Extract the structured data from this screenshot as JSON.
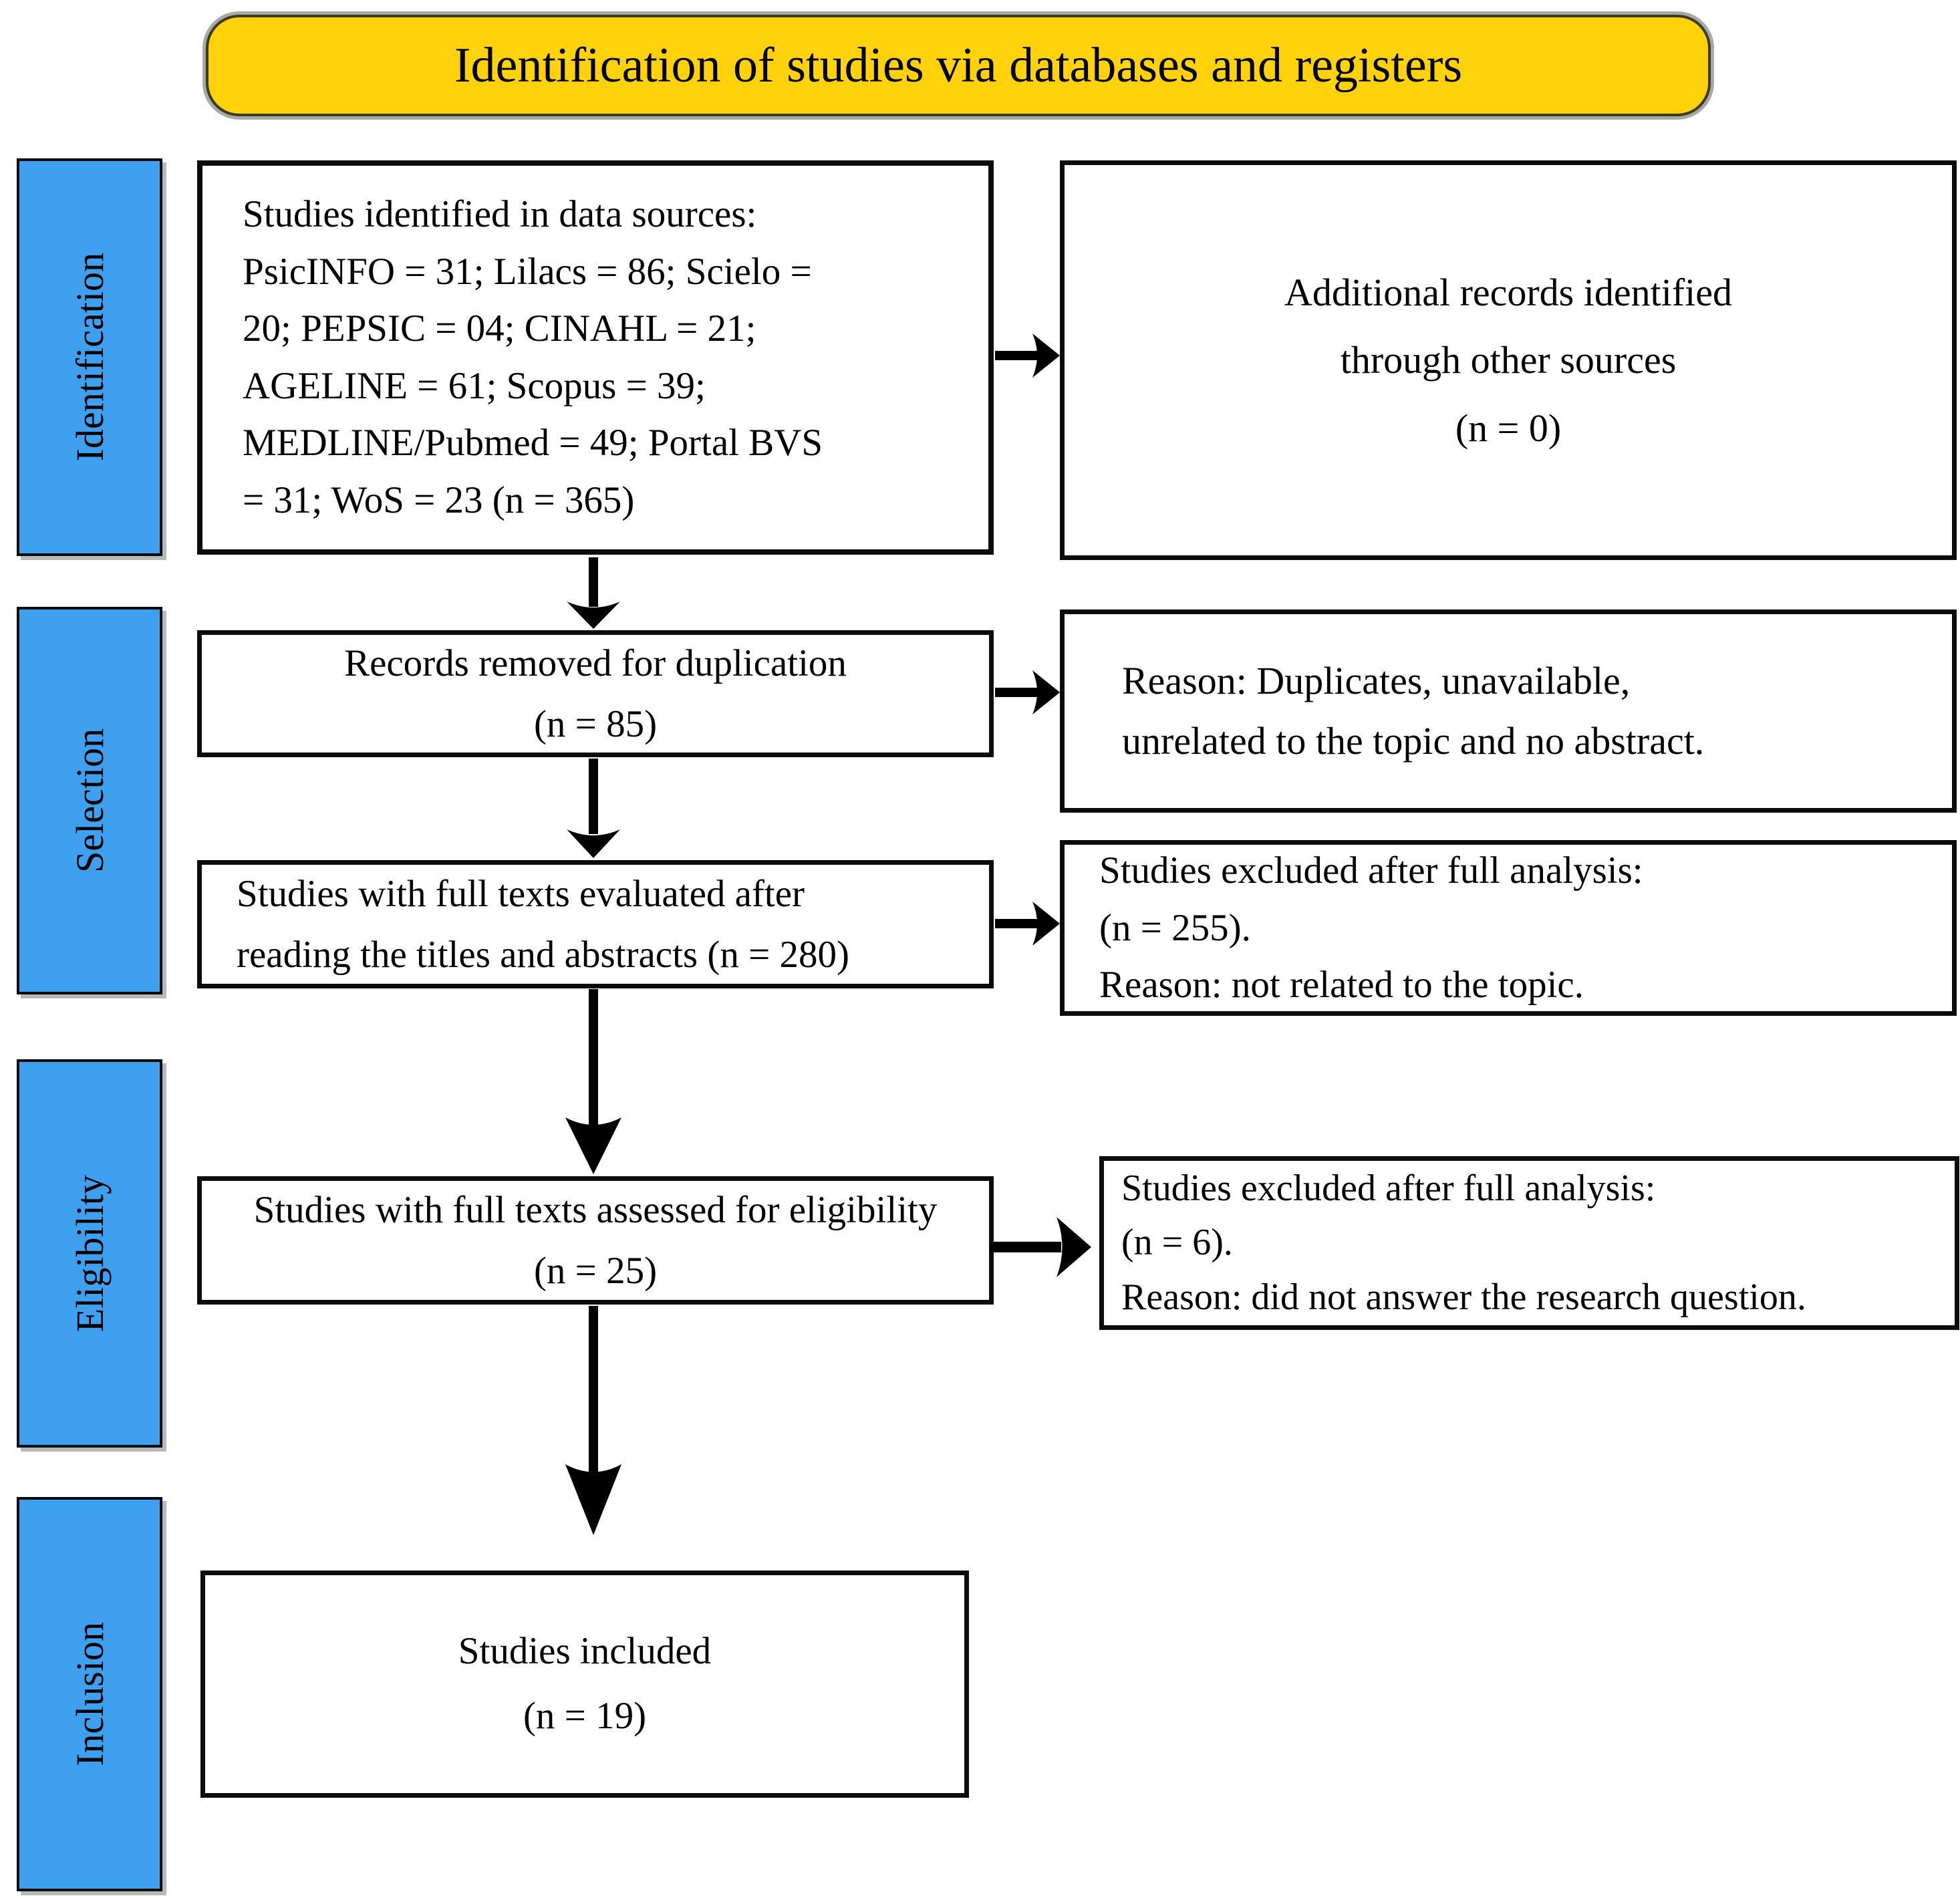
{
  "header": {
    "title": "Identification of studies via databases and registers"
  },
  "sidebar": {
    "stages": [
      {
        "label": "Identification"
      },
      {
        "label": "Selection"
      },
      {
        "label": "Eligibility"
      },
      {
        "label": "Inclusion"
      }
    ]
  },
  "boxes": {
    "identified": {
      "lines": [
        "Studies identified in data sources:",
        "PsicINFO = 31; Lilacs = 86; Scielo =",
        "20; PEPSIC = 04; CINAHL = 21;",
        "AGELINE = 61; Scopus = 39;",
        "MEDLINE/Pubmed = 49; Portal BVS",
        "= 31; WoS = 23 (n = 365)"
      ]
    },
    "additional_records": {
      "lines": [
        "Additional records identified",
        "through other sources",
        "(n = 0)"
      ]
    },
    "records_removed": {
      "lines": [
        "Records removed for duplication",
        "(n = 85)"
      ]
    },
    "removal_reason": {
      "lines": [
        "Reason: Duplicates, unavailable,",
        "unrelated to the topic and no abstract."
      ]
    },
    "fulltext_evaluated": {
      "lines": [
        "Studies with full texts evaluated after",
        "reading the titles and abstracts (n = 280)"
      ]
    },
    "excluded_full_analysis_255": {
      "lines": [
        "Studies excluded after full analysis:",
        "(n = 255).",
        "Reason: not related to the topic."
      ]
    },
    "assessed_eligibility": {
      "lines": [
        "Studies with full texts assessed for eligibility",
        "(n = 25)"
      ]
    },
    "excluded_full_analysis_6": {
      "lines": [
        "Studies excluded after full analysis:",
        "(n = 6).",
        "Reason: did not answer the research question."
      ]
    },
    "studies_included": {
      "lines": [
        "Studies included",
        "(n = 19)"
      ]
    }
  },
  "colors": {
    "header_fill": "#FFD20B",
    "stage_fill": "#3FA0F0",
    "arrow": "#000000"
  }
}
